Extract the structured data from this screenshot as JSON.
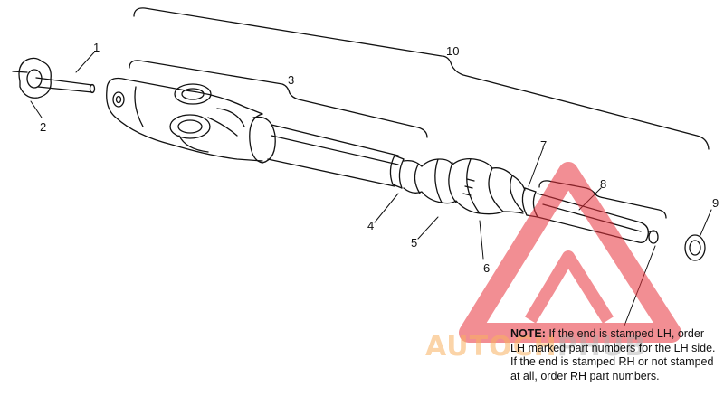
{
  "callouts": [
    {
      "id": "c1",
      "text": "1"
    },
    {
      "id": "c2",
      "text": "2"
    },
    {
      "id": "c3",
      "text": "3"
    },
    {
      "id": "c4",
      "text": "4"
    },
    {
      "id": "c5",
      "text": "5"
    },
    {
      "id": "c6",
      "text": "6"
    },
    {
      "id": "c7",
      "text": "7"
    },
    {
      "id": "c8",
      "text": "8"
    },
    {
      "id": "c9",
      "text": "9"
    },
    {
      "id": "c10",
      "text": "10"
    }
  ],
  "note": {
    "label": "NOTE:",
    "text": "If the end is stamped LH, order LH marked part numbers for the LH side.  If the end is stamped RH or not stamped at all, order RH part numbers."
  },
  "watermark": {
    "text_part1": "AUTOCH",
    "text_part2": "PHUB",
    "triangle_color": "#e8323c",
    "text_color": "#f8b060"
  }
}
